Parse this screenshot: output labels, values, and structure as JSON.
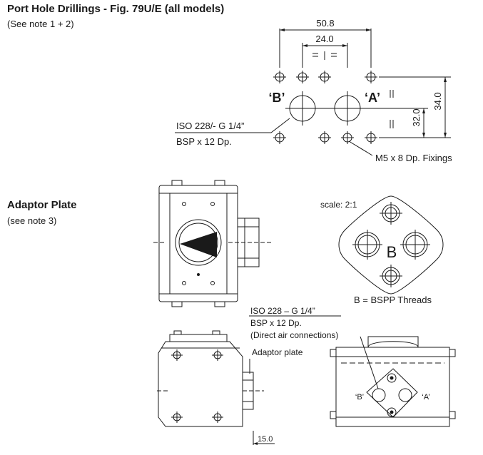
{
  "section1": {
    "title": "Port Hole Drillings - Fig. 79U/E (all models)",
    "note": "(See note 1 + 2)"
  },
  "section2": {
    "title": "Adaptor Plate",
    "note": "(see note 3)"
  },
  "port_drawing": {
    "dim_50_8": "50.8",
    "dim_24_0": "24.0",
    "dim_34_0": "34.0",
    "dim_32_0": "32.0",
    "label_b": "‘B’",
    "label_a": "‘A’",
    "iso_line1": "ISO 228/- G 1/4”",
    "iso_line2": "BSP x 12 Dp.",
    "fixings": "M5 x 8 Dp. Fixings"
  },
  "adaptor_plate": {
    "scale": "scale: 2:1",
    "center_letter": "B",
    "bspp_note": "B = BSPP Threads",
    "iso_line1": "ISO 228 – G 1/4”",
    "iso_line2": "BSP x 12 Dp.",
    "iso_line3": "(Direct air connections)",
    "adaptor_label": "Adaptor plate",
    "side_b": "‘B’",
    "side_a": "‘A’",
    "dim_15_0": "15.0"
  }
}
